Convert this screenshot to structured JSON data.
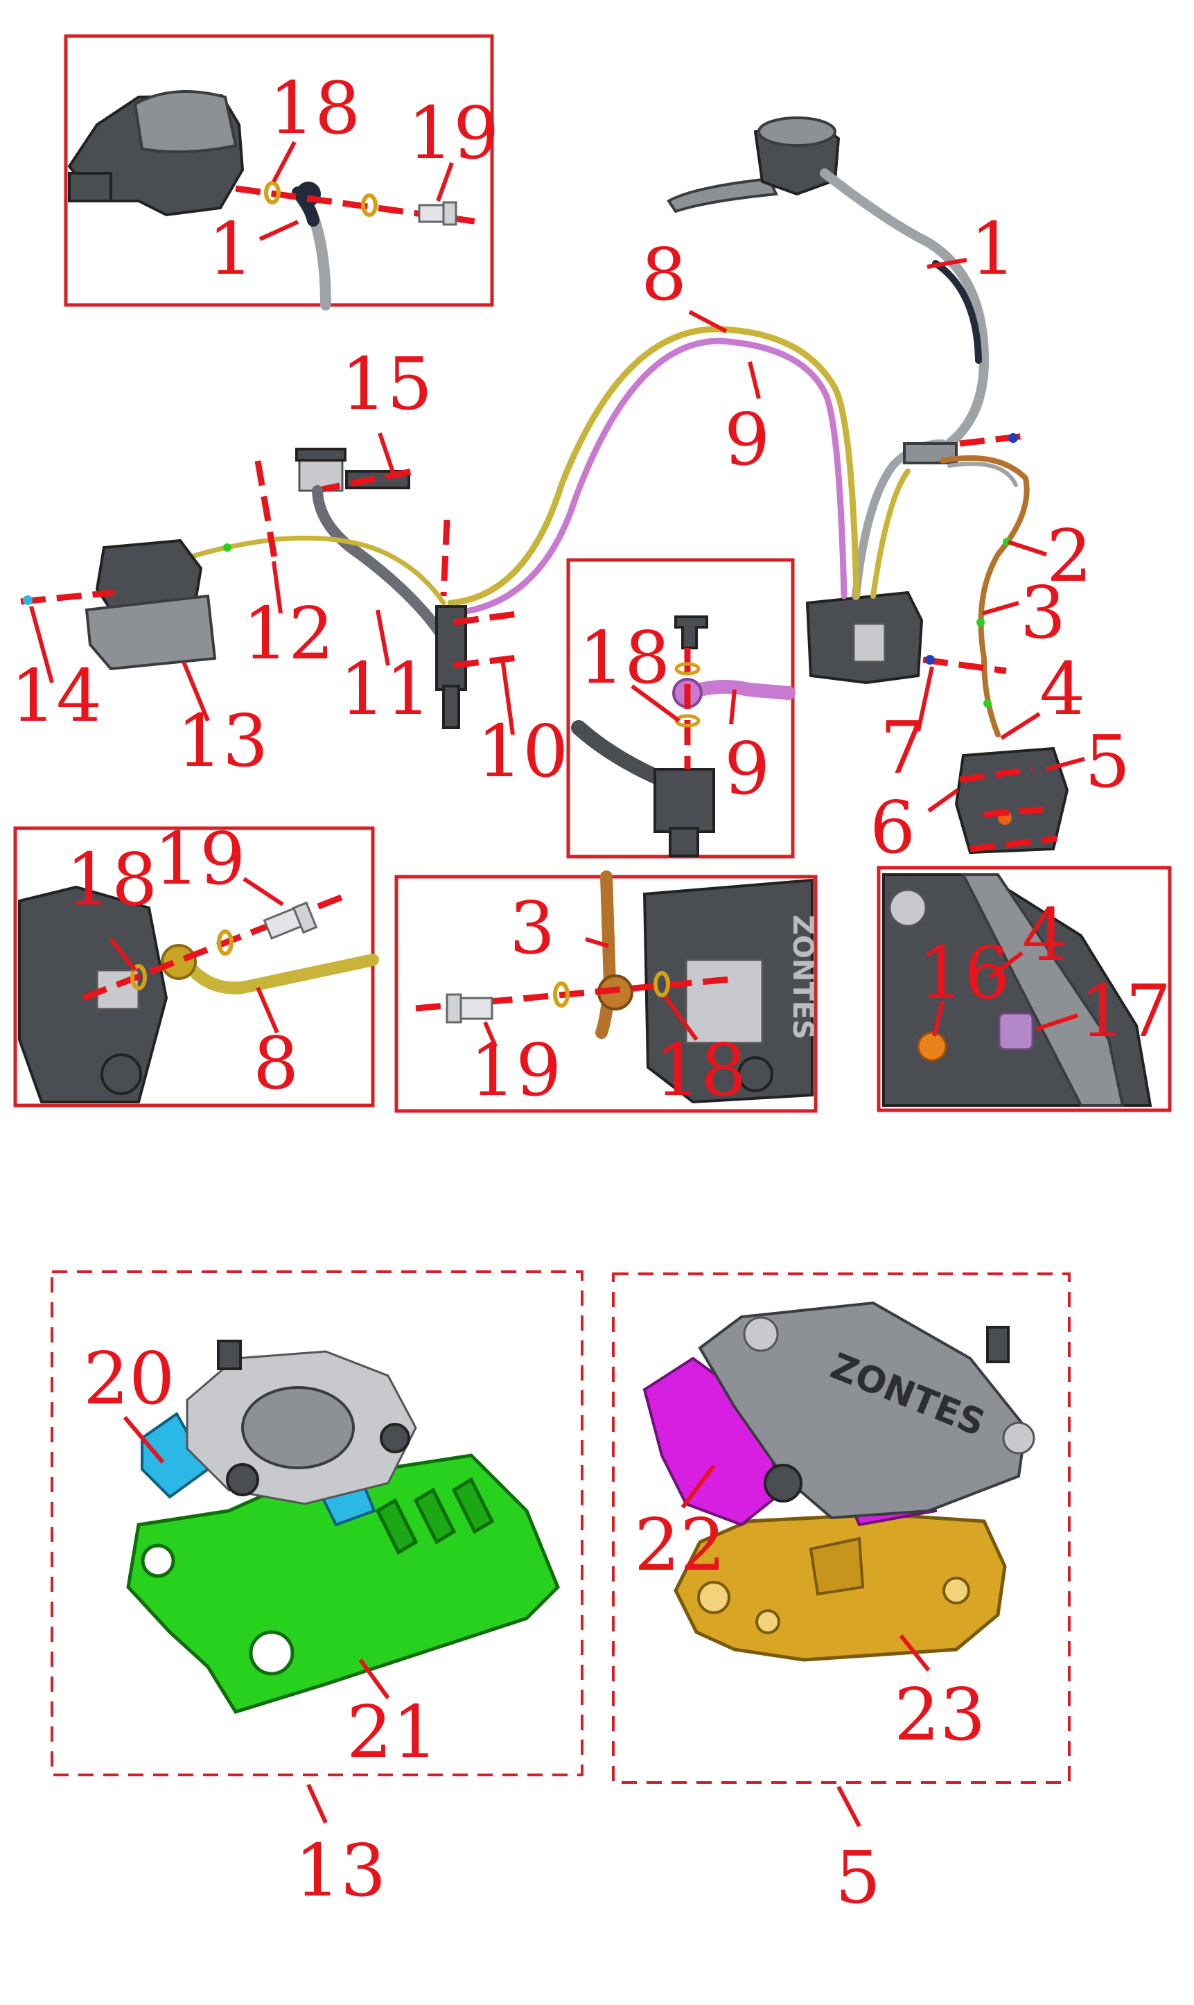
{
  "colors": {
    "label": "#e8141c",
    "frame": "#d81f26",
    "hose_grey": "#9ea3a8",
    "hose_dark": "#232a3a",
    "hose_yellow": "#c9b43a",
    "hose_pink": "#c87ad0",
    "hose_copper": "#b4722a",
    "bracket_green": "#27d11e",
    "bracket_gold": "#d8a524",
    "pad_cyan": "#2bb8e6",
    "pad_magenta": "#d61fe0",
    "washer_gold": "#d4a017",
    "bolt_blue": "#1f3fbf"
  },
  "labels": {
    "l1": "1",
    "l1b": "1",
    "l2": "2",
    "l3": "3",
    "l3b": "3",
    "l4": "4",
    "l4b": "4",
    "l5": "5",
    "l5b": "5",
    "l6": "6",
    "l7": "7",
    "l8": "8",
    "l8b": "8",
    "l9": "9",
    "l9b": "9",
    "l10": "10",
    "l11": "11",
    "l12": "12",
    "l13": "13",
    "l13b": "13",
    "l14": "14",
    "l15": "15",
    "l16": "16",
    "l17": "17",
    "l18a": "18",
    "l18b": "18",
    "l18c": "18",
    "l18d": "18",
    "l19a": "19",
    "l19b": "19",
    "l19c": "19",
    "l20": "20",
    "l21": "21",
    "l22": "22",
    "l23": "23"
  },
  "caliper_brand": "ZONTES"
}
